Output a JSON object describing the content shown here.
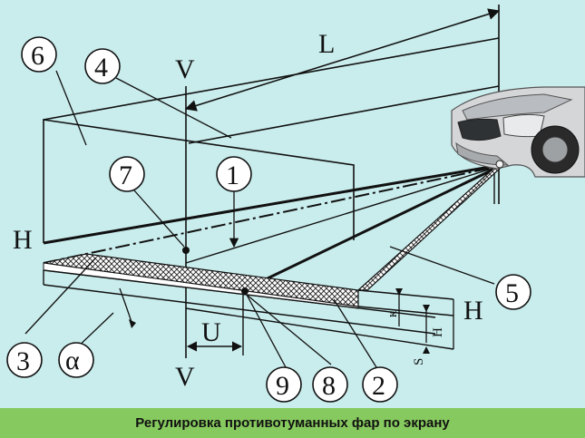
{
  "caption": "Регулировка противотуманных фар по экрану",
  "letters": {
    "L": "L",
    "V_top": "V",
    "V_bottom": "V",
    "H_left": "H",
    "H_right": "H",
    "U": "U",
    "alpha": "α",
    "k": "к",
    "H_small": "H",
    "S": "S"
  },
  "callouts": {
    "n1": "1",
    "n2": "2",
    "n3": "3",
    "n4": "4",
    "n5": "5",
    "n6": "6",
    "n7": "7",
    "n8": "8",
    "n9": "9"
  },
  "colors": {
    "background": "#c9ecec",
    "caption_bar": "#86c95e",
    "car_body": "#d4d6d8"
  }
}
